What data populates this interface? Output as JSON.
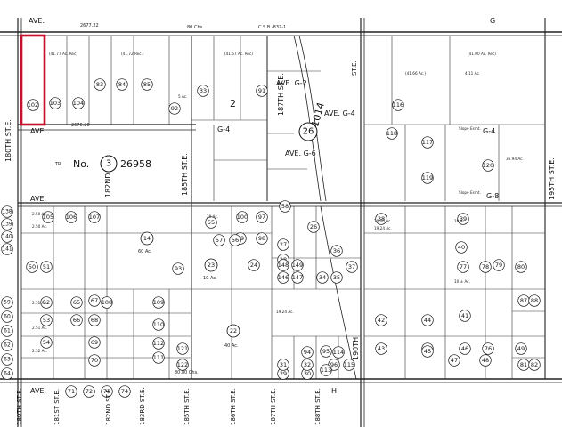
{
  "map": {
    "roads": {
      "ave_top": "AVE.",
      "ave_left_mid": "AVE.",
      "ave_left_low": "AVE.",
      "ave_bottom": "AVE.",
      "ave_g2": "AVE. G-2",
      "ave_g4_center": "AVE. G-4",
      "ave_g6": "AVE. G-6",
      "ave_g4_label": "G-4",
      "ave_g4_right": "G-4",
      "ave_g8_right": "G-8",
      "g_top_right": "G",
      "h_bottom": "H",
      "st_180": "180TH ST.E.",
      "st_182": "182ND ST.E.",
      "st_185": "185TH ST.E.",
      "st_187": "187TH ST.E.",
      "st_190": "190TH",
      "st_195": "195TH ST.E.",
      "st_bottom": [
        "180TH ST.E.",
        "181ST ST.E.",
        "182ND ST.E.",
        "183RD ST.E.",
        "185TH ST.E.",
        "186TH ST.E.",
        "187TH ST.E.",
        "188TH ST.E."
      ]
    },
    "survey_notes": {
      "top_left": "2677.22",
      "top_csb": "C.S.B.-837-1",
      "top_80chs": "80 Chs.",
      "mid_left": "2676.20",
      "tract": "TR. No. 26958",
      "tract_no": "No.",
      "tract_num": "3",
      "tract_id": "26958",
      "bottom_80chs": "80.80 Chs.",
      "diag_road": "31014",
      "rec_1": "(41.77 Ac. Rec)",
      "rec_2": "(41.72 Rec.)",
      "rec_3": "(41.67 Ac. Rec)",
      "rec_4": "(41.00 Ac. Rec)",
      "rec_5": "(41.66 Ac.)",
      "slope_1": "Slope Esmt.",
      "slope_2": "Slope Esmt."
    },
    "big_labels": {
      "section_left": "3",
      "section_center": "26",
      "sub_2": "2",
      "acres_14": "14",
      "acres_14_ac": "60 Ac.",
      "parcel_22": "22",
      "parcel_22_ac": "40 Ac.",
      "parcel_23": "23",
      "parcel_23_ac": "10 Ac."
    },
    "parcels": [
      {
        "id": "102"
      },
      {
        "id": "103"
      },
      {
        "id": "104"
      },
      {
        "id": "83"
      },
      {
        "id": "84"
      },
      {
        "id": "85"
      },
      {
        "id": "33"
      },
      {
        "id": "92"
      },
      {
        "id": "91"
      },
      {
        "id": "116"
      },
      {
        "id": "117"
      },
      {
        "id": "118"
      },
      {
        "id": "119"
      },
      {
        "id": "120"
      },
      {
        "id": "55"
      },
      {
        "id": "100"
      },
      {
        "id": "97"
      },
      {
        "id": "99"
      },
      {
        "id": "98"
      },
      {
        "id": "23"
      },
      {
        "id": "24"
      },
      {
        "id": "26"
      },
      {
        "id": "22"
      },
      {
        "id": "27"
      },
      {
        "id": "28"
      },
      {
        "id": "146"
      },
      {
        "id": "147"
      },
      {
        "id": "148"
      },
      {
        "id": "149"
      },
      {
        "id": "34"
      },
      {
        "id": "35"
      },
      {
        "id": "36"
      },
      {
        "id": "37"
      },
      {
        "id": "38"
      },
      {
        "id": "39"
      },
      {
        "id": "40"
      },
      {
        "id": "41"
      },
      {
        "id": "77"
      },
      {
        "id": "78"
      },
      {
        "id": "79"
      },
      {
        "id": "80"
      },
      {
        "id": "87"
      },
      {
        "id": "88"
      },
      {
        "id": "81"
      },
      {
        "id": "82"
      },
      {
        "id": "29"
      },
      {
        "id": "30"
      },
      {
        "id": "31"
      },
      {
        "id": "32"
      },
      {
        "id": "94"
      },
      {
        "id": "111"
      },
      {
        "id": "112"
      },
      {
        "id": "110"
      },
      {
        "id": "109"
      },
      {
        "id": "108"
      },
      {
        "id": "107"
      },
      {
        "id": "106"
      },
      {
        "id": "105"
      },
      {
        "id": "71"
      },
      {
        "id": "72"
      },
      {
        "id": "73"
      },
      {
        "id": "74"
      },
      {
        "id": "75"
      },
      {
        "id": "76"
      },
      {
        "id": "67"
      },
      {
        "id": "68"
      },
      {
        "id": "69"
      },
      {
        "id": "70"
      },
      {
        "id": "121"
      },
      {
        "id": "122"
      },
      {
        "id": "96"
      },
      {
        "id": "95"
      },
      {
        "id": "93"
      },
      {
        "id": "42"
      },
      {
        "id": "43"
      },
      {
        "id": "44"
      },
      {
        "id": "45"
      },
      {
        "id": "46"
      },
      {
        "id": "47"
      },
      {
        "id": "48"
      },
      {
        "id": "49"
      },
      {
        "id": "50"
      },
      {
        "id": "51"
      },
      {
        "id": "52"
      },
      {
        "id": "53"
      },
      {
        "id": "54"
      },
      {
        "id": "56"
      },
      {
        "id": "57"
      },
      {
        "id": "58"
      },
      {
        "id": "59"
      },
      {
        "id": "60"
      },
      {
        "id": "61"
      },
      {
        "id": "62"
      },
      {
        "id": "63"
      },
      {
        "id": "64"
      },
      {
        "id": "65"
      },
      {
        "id": "66"
      },
      {
        "id": "113"
      },
      {
        "id": "114"
      },
      {
        "id": "115"
      }
    ],
    "edge_numbers_left": [
      "138",
      "139",
      "140",
      "141",
      "59",
      "60",
      "61",
      "62",
      "63",
      "64"
    ],
    "acreage_notes": {
      "a1": "2.50 Ac.",
      "a2": "2.51 Ac.",
      "a3": "2.52 Ac.",
      "a4": "20 Ac.",
      "a5": "10 Ac.",
      "a6": "10 ± Ac.",
      "a7": "19.24 Ac.",
      "a8": "20.00 Ac.",
      "a9": "36.94 Ac.",
      "a10": "5 Ac.",
      "a11": "4.11 Ac."
    },
    "highlight": {
      "label": "102",
      "color": "#c8102e"
    }
  }
}
